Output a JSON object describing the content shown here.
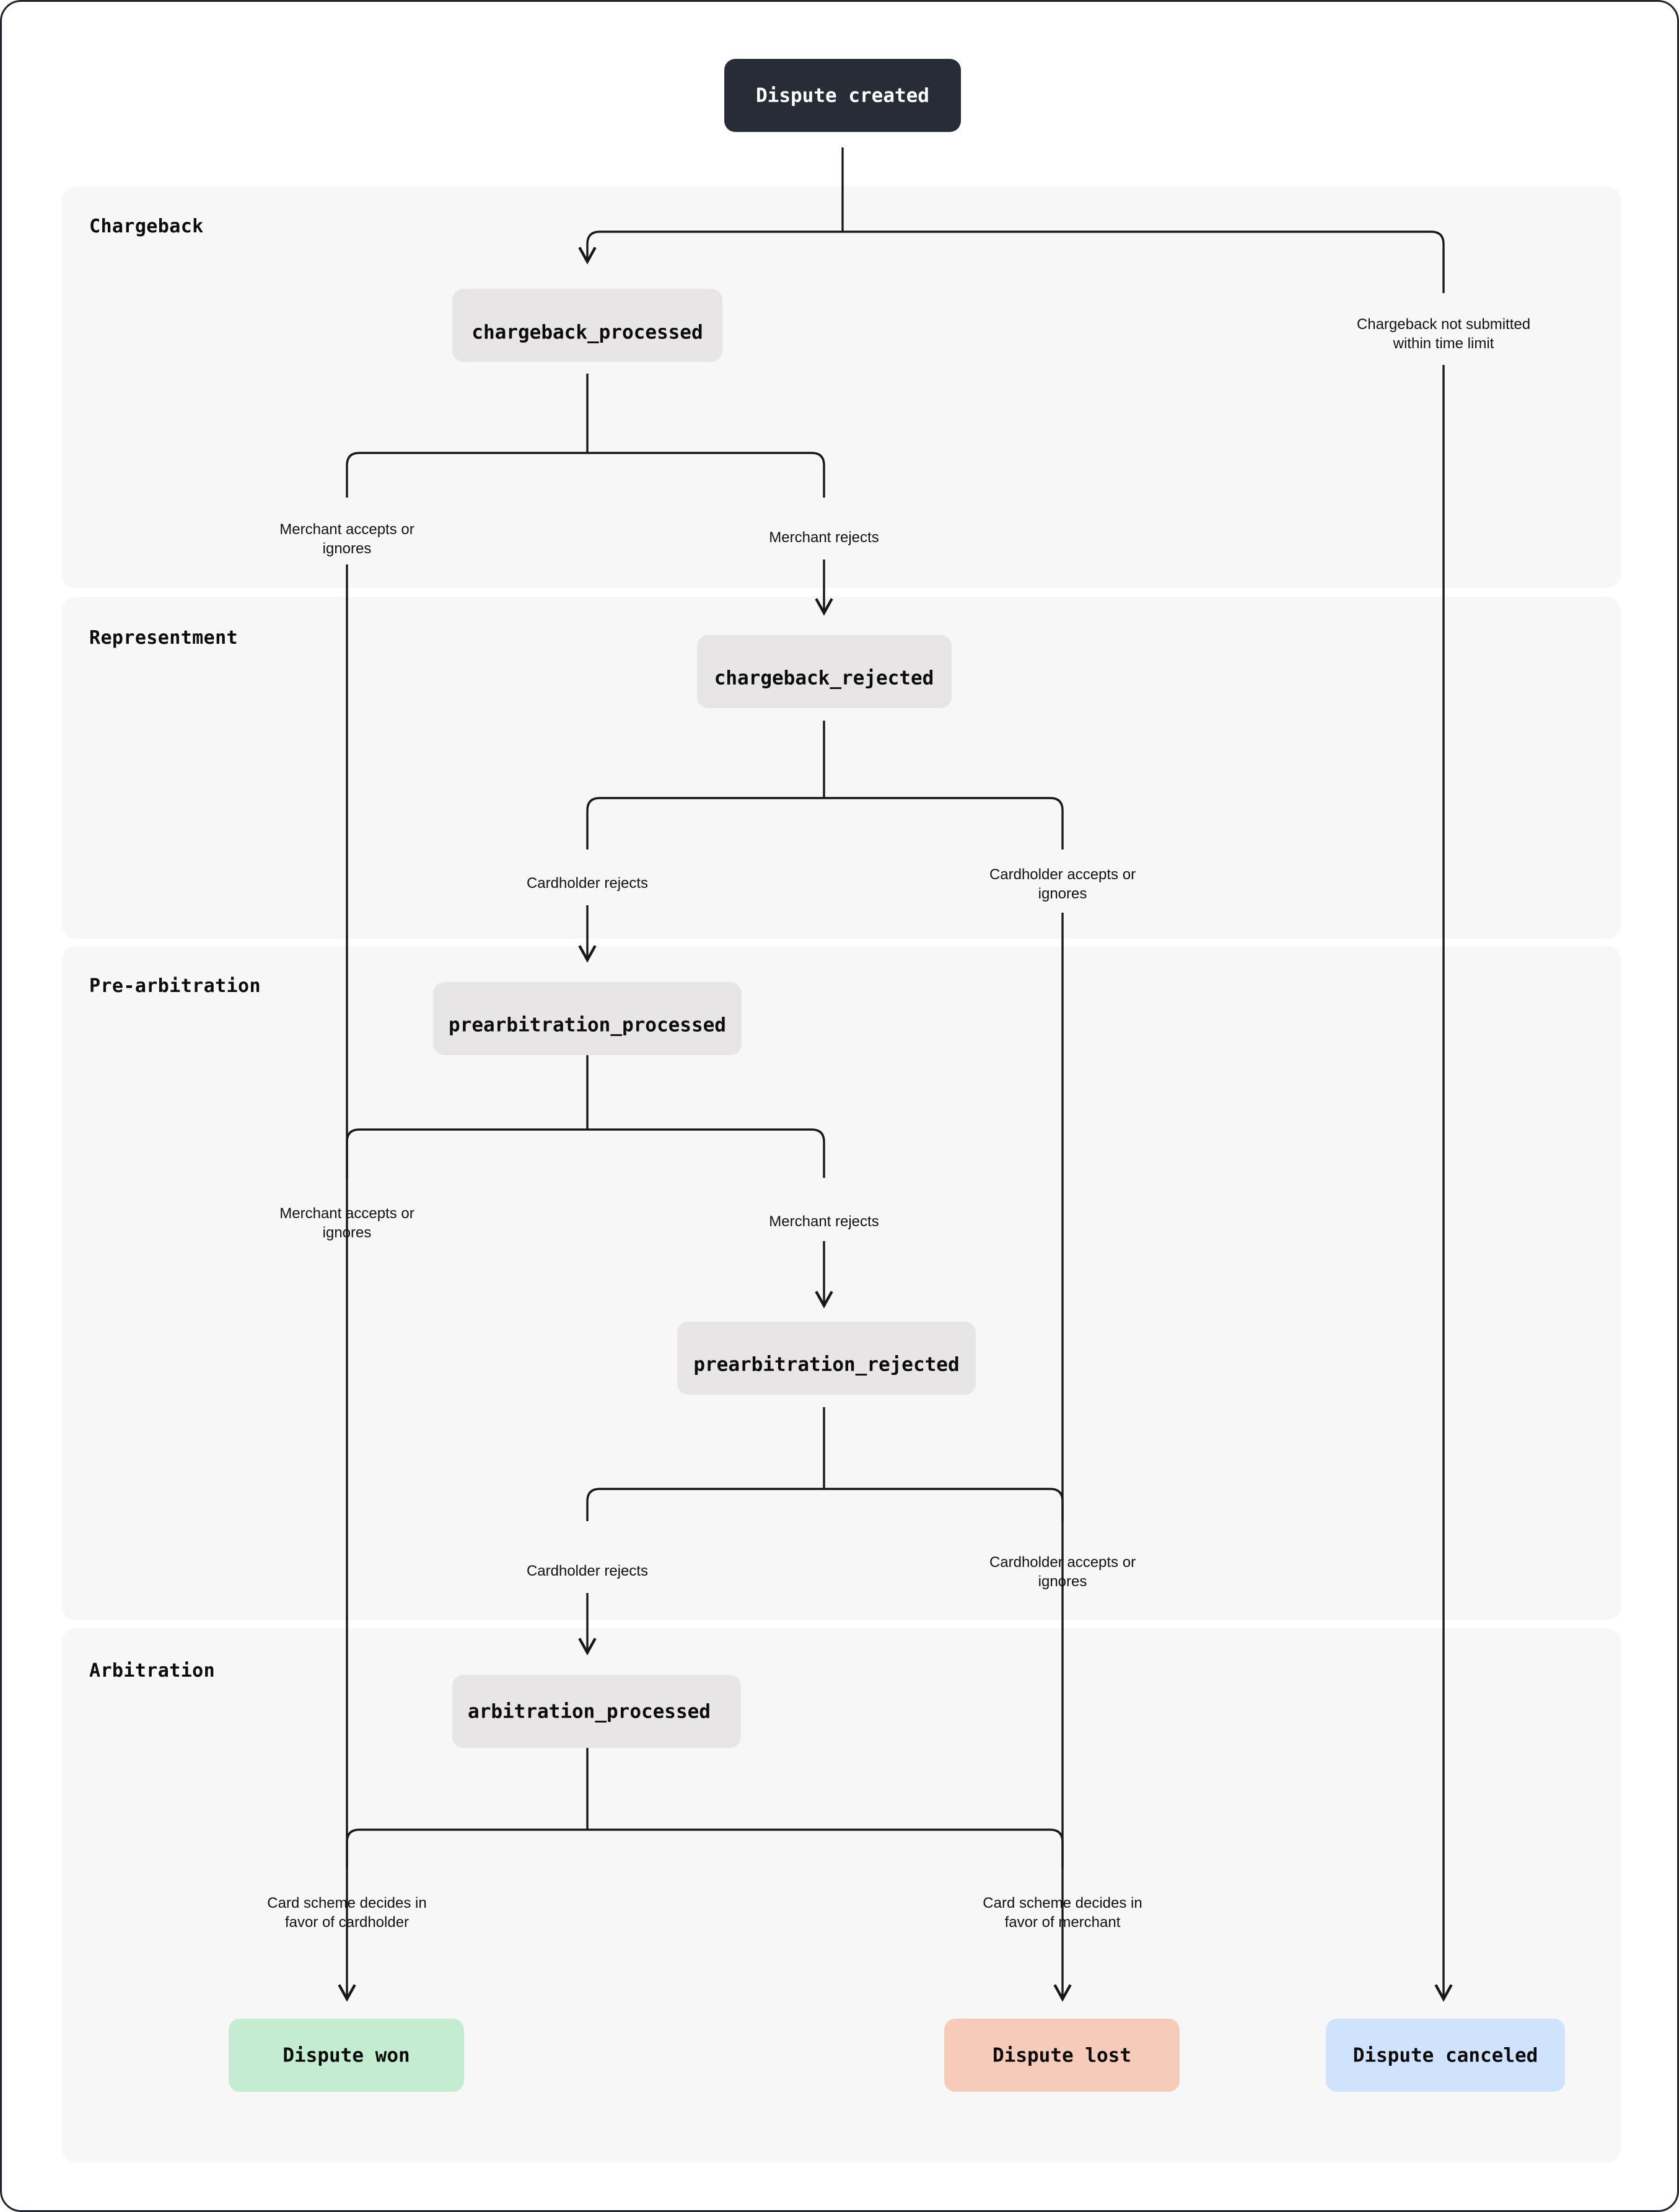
{
  "diagram": {
    "title": "Dispute lifecycle flow",
    "background": "#ffffff",
    "band_color": "#f7f7f8",
    "edge_color": "#18181b"
  },
  "sections": [
    {
      "id": "chargeback",
      "label": "Chargeback"
    },
    {
      "id": "representment",
      "label": "Representment"
    },
    {
      "id": "prearbitration",
      "label": "Pre-arbitration"
    },
    {
      "id": "arbitration",
      "label": "Arbitration"
    }
  ],
  "nodes": {
    "start": {
      "label": "Dispute created",
      "kind": "start",
      "color": "#272c36",
      "text_color": "#ffffff"
    },
    "chargeback_processed": {
      "label": "chargeback_processed",
      "kind": "process",
      "color": "#e7e5e6"
    },
    "chargeback_rejected": {
      "label": "chargeback_rejected",
      "kind": "process",
      "color": "#e7e5e6"
    },
    "prearbitration_processed": {
      "label": "prearbitration_processed",
      "kind": "process",
      "color": "#e7e5e6"
    },
    "prearbitration_rejected": {
      "label": "prearbitration_rejected",
      "kind": "process",
      "color": "#e7e5e6"
    },
    "arbitration_processed": {
      "label": "arbitration_processed",
      "kind": "process",
      "color": "#e7e5e6"
    },
    "dispute_won": {
      "label": "Dispute won",
      "kind": "terminal",
      "color": "#c4ecd1"
    },
    "dispute_lost": {
      "label": "Dispute lost",
      "kind": "terminal",
      "color": "#f7cbba"
    },
    "dispute_canceled": {
      "label": "Dispute canceled",
      "kind": "terminal",
      "color": "#d0e3fc"
    }
  },
  "edge_labels": {
    "chargeback_timeout_l1": "Chargeback not submitted",
    "chargeback_timeout_l2": "within time limit",
    "merchant_accepts_1_l1": "Merchant accepts or",
    "merchant_accepts_1_l2": "ignores",
    "merchant_rejects_1": "Merchant rejects",
    "cardholder_rejects_1": "Cardholder rejects",
    "cardholder_accepts_1_l1": "Cardholder accepts or",
    "cardholder_accepts_1_l2": "ignores",
    "merchant_accepts_2_l1": "Merchant accepts or",
    "merchant_accepts_2_l2": "ignores",
    "merchant_rejects_2": "Merchant rejects",
    "cardholder_rejects_2": "Cardholder rejects",
    "cardholder_accepts_2_l1": "Cardholder accepts or",
    "cardholder_accepts_2_l2": "ignores",
    "scheme_cardholder_l1": "Card scheme decides in",
    "scheme_cardholder_l2": "favor of cardholder",
    "scheme_merchant_l1": "Card scheme decides in",
    "scheme_merchant_l2": "favor of merchant"
  }
}
